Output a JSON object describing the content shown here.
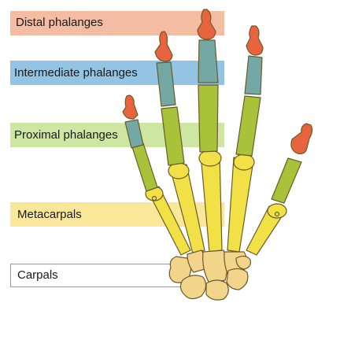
{
  "labels": {
    "distal": "Distal phalanges",
    "intermediate": "Intermediate phalanges",
    "proximal": "Proximal phalanges",
    "metacarpals": "Metacarpals",
    "carpals": "Carpals"
  },
  "colors": {
    "distal": "#f4bca3",
    "intermediate": "#93c4e4",
    "proximal": "#cde7a3",
    "metacarpals": "#fbe79a",
    "carpals_border": "#9a9a9a",
    "bone_distal": "#e8643f",
    "bone_intermediate": "#73a8a4",
    "bone_proximal": "#a8c23a",
    "bone_metacarpal": "#f1e046",
    "bone_carpal": "#f2d58a",
    "outline": "#6b5a2a"
  },
  "icons": [
    "hand-skeleton-illustration"
  ]
}
